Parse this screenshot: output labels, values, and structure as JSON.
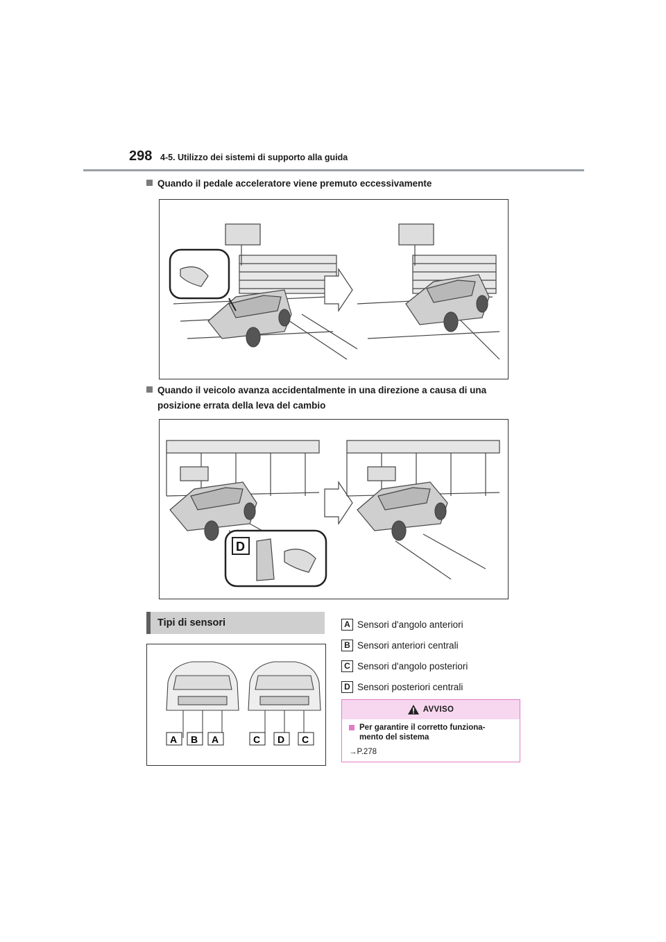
{
  "header": {
    "page_number": "298",
    "title": "4-5. Utilizzo dei sistemi di supporto alla guida"
  },
  "sections": [
    {
      "heading": "Quando il pedale acceleratore viene premuto eccessivamente"
    },
    {
      "heading_line1": "Quando il veicolo avanza accidentalmente in una direzione a causa di una",
      "heading_line2": "posizione errata della leva del cambio",
      "shift_label": "D"
    }
  ],
  "sensor_types": {
    "title": "Tipi di sensori",
    "front_labels": [
      "A",
      "B",
      "A"
    ],
    "rear_labels": [
      "C",
      "D",
      "C"
    ],
    "legend": [
      {
        "letter": "A",
        "text": "Sensori d'angolo anteriori"
      },
      {
        "letter": "B",
        "text": "Sensori anteriori centrali"
      },
      {
        "letter": "C",
        "text": "Sensori d'angolo posteriori"
      },
      {
        "letter": "D",
        "text": "Sensori posteriori centrali"
      }
    ]
  },
  "warning": {
    "label": "AVVISO",
    "title_line1": "Per garantire il corretto funziona-",
    "title_line2": "mento del sistema",
    "reference": "→P.278"
  },
  "colors": {
    "warning_border": "#e07cc8",
    "warning_header_bg": "#f7d7ef",
    "section_header_bg": "#cfcfcf"
  }
}
